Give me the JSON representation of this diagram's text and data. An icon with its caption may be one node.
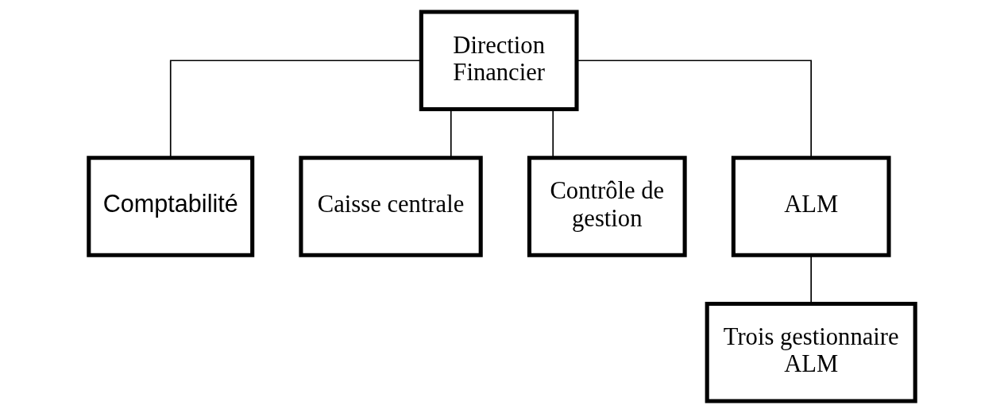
{
  "diagram": {
    "nodes": [
      {
        "text": [
          "Direction Financier"
        ]
      },
      {
        "text": [
          "Comptabilité"
        ]
      },
      {
        "text": [
          "Caisse centrale"
        ]
      },
      {
        "text": [
          "Contrôle de gestion"
        ]
      },
      {
        "text": [
          "ALM"
        ]
      },
      {
        "text": [
          "Trois gestionnaire ALM"
        ]
      }
    ],
    "edges": [
      {
        "from": 0,
        "to": 1,
        "arrow": "none"
      },
      {
        "from": 0,
        "to": 2,
        "arrow": "none"
      },
      {
        "from": 0,
        "to": 3,
        "arrow": "none"
      },
      {
        "from": 0,
        "to": 4,
        "arrow": "none"
      },
      {
        "from": 4,
        "to": 5,
        "arrow": "none"
      }
    ]
  }
}
